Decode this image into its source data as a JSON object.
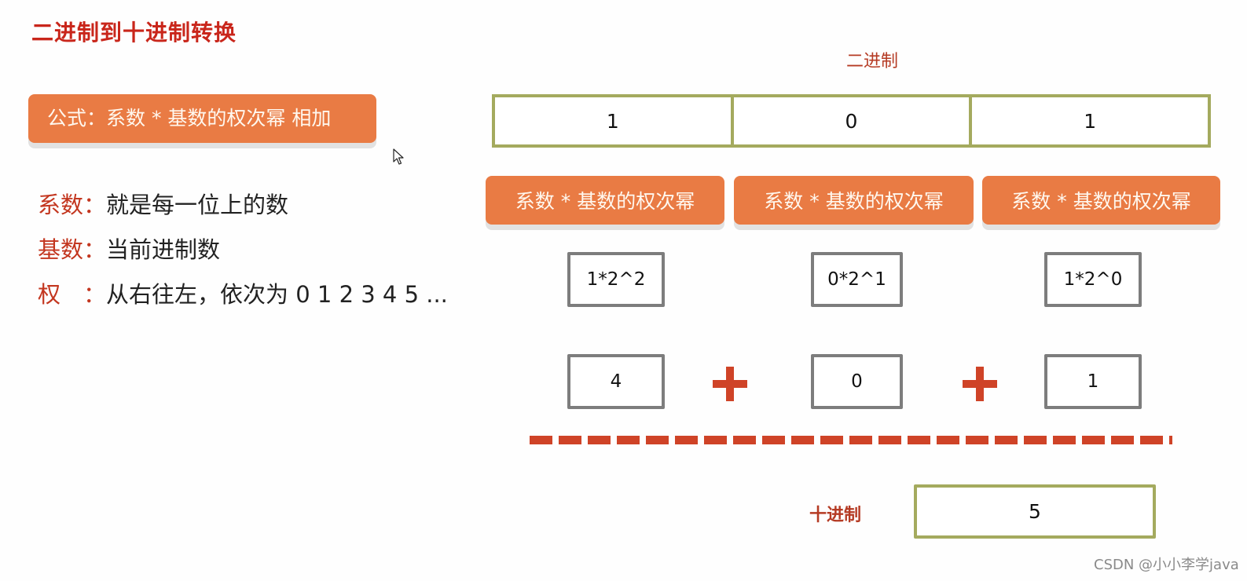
{
  "title": "二进制到十进制转换",
  "formula": {
    "text": "公式：系数 * 基数的权次幂 相加"
  },
  "definitions": [
    {
      "term": "系数：",
      "description": "就是每一位上的数"
    },
    {
      "term": "基数：",
      "description": "当前进制数"
    },
    {
      "term": "权 ：",
      "description": "从右往左，依次为 0 1 2 3 4 5 ..."
    }
  ],
  "binary": {
    "label": "二进制",
    "digits": [
      "1",
      "0",
      "1"
    ]
  },
  "coefficient_labels": [
    "系数 * 基数的权次幂",
    "系数 * 基数的权次幂",
    "系数 * 基数的权次幂"
  ],
  "power_expressions": [
    "1*2^2",
    "0*2^1",
    "1*2^0"
  ],
  "products": [
    "4",
    "0",
    "1"
  ],
  "operators": [
    "+",
    "+"
  ],
  "decimal": {
    "label": "十进制",
    "value": "5"
  },
  "watermark": "CSDN @小小李学java",
  "colors": {
    "title_red": "#c9261b",
    "label_orange": "#e97b44",
    "binary_border_olive": "#a4aa5e",
    "gray_border": "#7d7d7d",
    "plus_red": "#cf4327",
    "term_red": "#c3361f"
  }
}
